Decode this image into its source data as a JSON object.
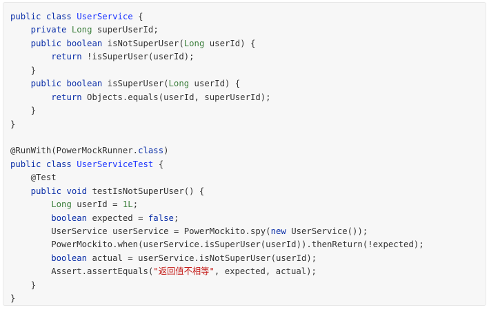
{
  "code": {
    "language": "java",
    "colors": {
      "kw": "#0b2fa8",
      "ty": "#3c7f3c",
      "cl": "#1a33ff",
      "str": "#c41a16",
      "pl": "#333333"
    },
    "lines": [
      [
        [
          "kw",
          "public class "
        ],
        [
          "cl",
          "UserService"
        ],
        [
          "pl",
          " {"
        ]
      ],
      [
        [
          "pl",
          "    "
        ],
        [
          "kw",
          "private "
        ],
        [
          "ty",
          "Long"
        ],
        [
          "pl",
          " superUserId;"
        ]
      ],
      [
        [
          "pl",
          "    "
        ],
        [
          "kw",
          "public boolean"
        ],
        [
          "pl",
          " isNotSuperUser("
        ],
        [
          "ty",
          "Long"
        ],
        [
          "pl",
          " userId) {"
        ]
      ],
      [
        [
          "pl",
          "        "
        ],
        [
          "kw",
          "return"
        ],
        [
          "pl",
          " !isSuperUser(userId);"
        ]
      ],
      [
        [
          "pl",
          "    }"
        ]
      ],
      [
        [
          "pl",
          "    "
        ],
        [
          "kw",
          "public boolean"
        ],
        [
          "pl",
          " isSuperUser("
        ],
        [
          "ty",
          "Long"
        ],
        [
          "pl",
          " userId) {"
        ]
      ],
      [
        [
          "pl",
          "        "
        ],
        [
          "kw",
          "return"
        ],
        [
          "pl",
          " Objects.equals(userId, superUserId);"
        ]
      ],
      [
        [
          "pl",
          "    }"
        ]
      ],
      [
        [
          "pl",
          "}"
        ]
      ],
      [],
      [
        [
          "pl",
          "@RunWith(PowerMockRunner."
        ],
        [
          "kw",
          "class"
        ],
        [
          "pl",
          ")"
        ]
      ],
      [
        [
          "kw",
          "public class "
        ],
        [
          "cl",
          "UserServiceTest"
        ],
        [
          "pl",
          " {"
        ]
      ],
      [
        [
          "pl",
          "    @Test"
        ]
      ],
      [
        [
          "pl",
          "    "
        ],
        [
          "kw",
          "public void"
        ],
        [
          "pl",
          " testIsNotSuperUser() {"
        ]
      ],
      [
        [
          "pl",
          "        "
        ],
        [
          "ty",
          "Long"
        ],
        [
          "pl",
          " userId = "
        ],
        [
          "ty",
          "1L"
        ],
        [
          "pl",
          ";"
        ]
      ],
      [
        [
          "pl",
          "        "
        ],
        [
          "kw",
          "boolean"
        ],
        [
          "pl",
          " expected = "
        ],
        [
          "kw",
          "false"
        ],
        [
          "pl",
          ";"
        ]
      ],
      [
        [
          "pl",
          "        UserService userService = PowerMockito.spy("
        ],
        [
          "kw",
          "new"
        ],
        [
          "pl",
          " UserService());"
        ]
      ],
      [
        [
          "pl",
          "        PowerMockito.when(userService.isSuperUser(userId)).thenReturn(!expected);"
        ]
      ],
      [
        [
          "pl",
          "        "
        ],
        [
          "kw",
          "boolean"
        ],
        [
          "pl",
          " actual = userService.isNotSuperUser(userId);"
        ]
      ],
      [
        [
          "pl",
          "        Assert.assertEquals("
        ],
        [
          "str",
          "\"返回值不相等\""
        ],
        [
          "pl",
          ", expected, actual);"
        ]
      ],
      [
        [
          "pl",
          "    }"
        ]
      ],
      [
        [
          "pl",
          "}"
        ]
      ]
    ]
  }
}
